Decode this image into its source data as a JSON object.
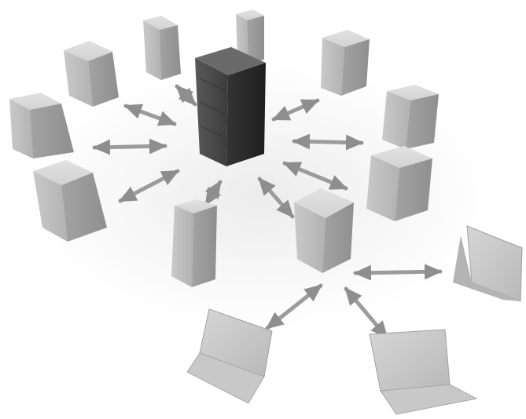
{
  "diagram": {
    "central_server": {
      "shade": "#3a3a3a",
      "label": ""
    },
    "servers": [
      {
        "id": "s1"
      },
      {
        "id": "s2"
      },
      {
        "id": "s3"
      },
      {
        "id": "s4"
      },
      {
        "id": "s5"
      },
      {
        "id": "s6"
      },
      {
        "id": "s7"
      },
      {
        "id": "s8"
      },
      {
        "id": "s9"
      },
      {
        "id": "s10"
      },
      {
        "id": "s11"
      }
    ],
    "laptops": [
      {
        "id": "l1"
      },
      {
        "id": "l2"
      },
      {
        "id": "l3"
      }
    ],
    "connection_style": "double-headed-arrow",
    "colors": {
      "server_light": "#bdbdbd",
      "server_mid": "#a8a8a8",
      "server_dark_side": "#8a8a8a",
      "central_front": "#505050",
      "central_side": "#2e2e2e",
      "arrow": "#9a9a9a",
      "laptop": "#c4c4c4",
      "shadow": "#e6e6e6",
      "background": "#ffffff"
    }
  }
}
